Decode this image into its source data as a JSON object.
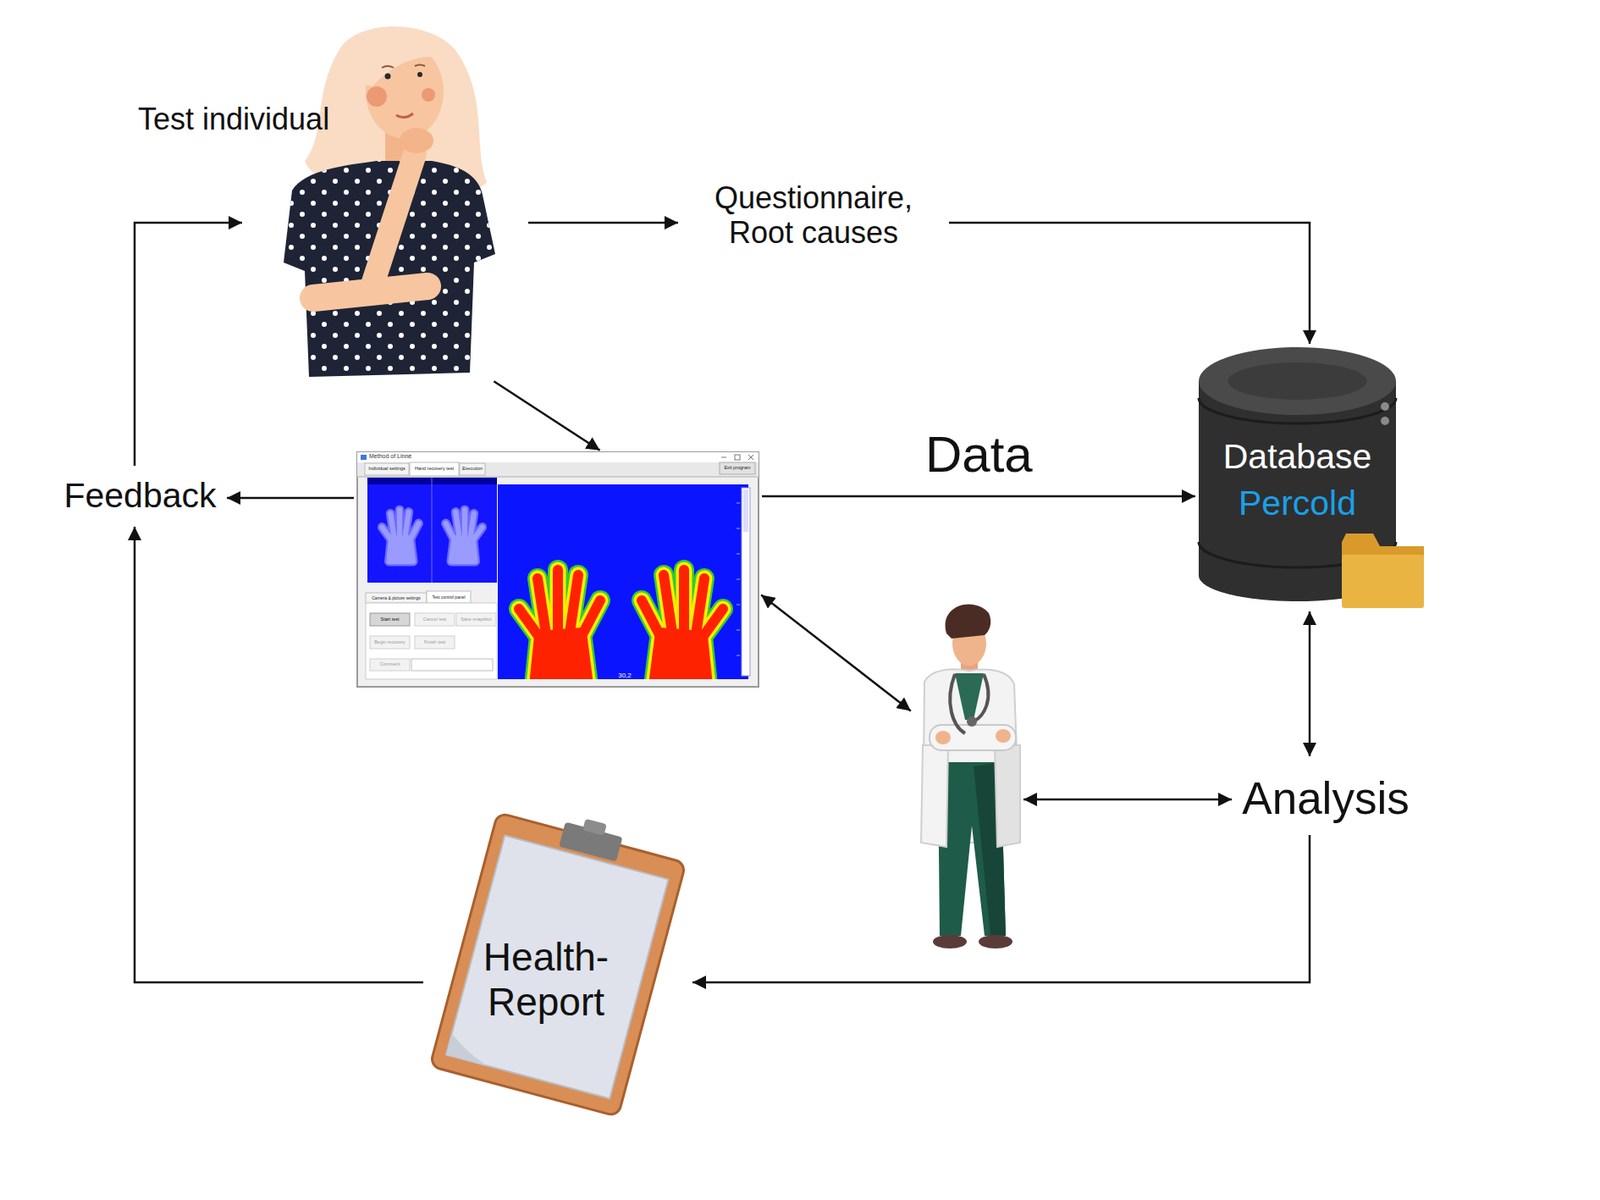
{
  "diagram": {
    "nodes": [
      {
        "text": [
          "Test individual"
        ]
      },
      {
        "text": [
          "Questionnaire, Root causes"
        ]
      },
      {
        "text": [
          "Method of Linné"
        ]
      },
      {
        "text": [
          "Database",
          "Percold"
        ]
      },
      {
        "text": []
      },
      {
        "text": [
          "Analysis"
        ]
      },
      {
        "text": [
          "Health-Report"
        ]
      },
      {
        "text": [
          "Feedback"
        ]
      }
    ],
    "edges": [
      {
        "from": 0,
        "to": 1,
        "arrow": "to"
      },
      {
        "from": 1,
        "to": 3,
        "arrow": "to"
      },
      {
        "from": 0,
        "to": 2,
        "arrow": "to"
      },
      {
        "from": 2,
        "to": 3,
        "label": "Data",
        "arrow": "to"
      },
      {
        "from": 2,
        "to": 7,
        "arrow": "to"
      },
      {
        "from": 2,
        "to": 4,
        "arrow": "both"
      },
      {
        "from": 4,
        "to": 5,
        "arrow": "both"
      },
      {
        "from": 3,
        "to": 5,
        "arrow": "both"
      },
      {
        "from": 5,
        "to": 6,
        "arrow": "to"
      },
      {
        "from": 6,
        "to": 7,
        "arrow": "to"
      },
      {
        "from": 7,
        "to": 0,
        "arrow": "to"
      }
    ],
    "labels": [
      "Individual settings",
      "Hand recovery test",
      "Execution",
      "Exit program",
      "Camera & picture settings",
      "Test control panel",
      "Start test",
      "Cancel test",
      "Save snapshot",
      "Begin recovery",
      "Finish test",
      "Comment",
      "30,2"
    ]
  }
}
